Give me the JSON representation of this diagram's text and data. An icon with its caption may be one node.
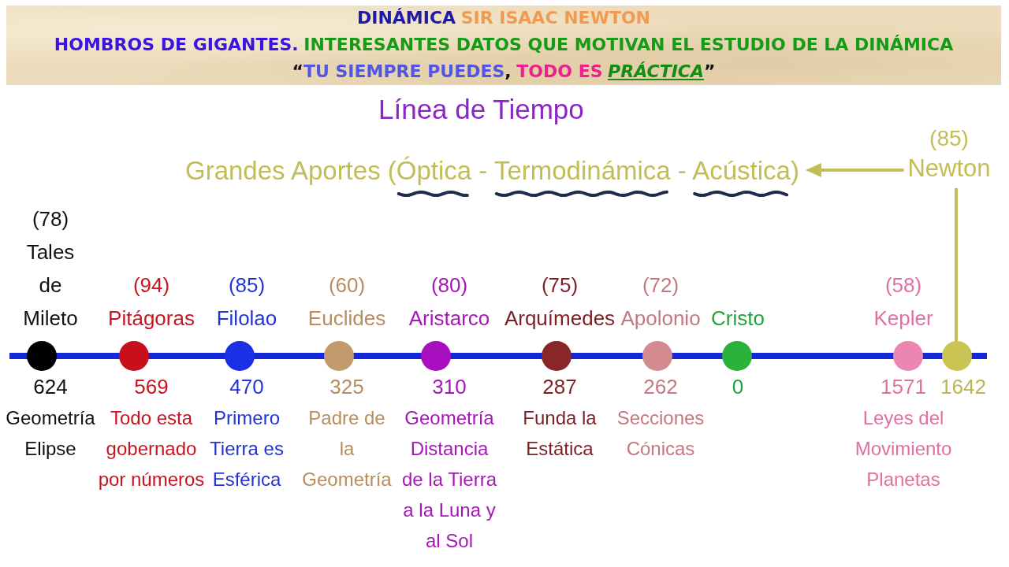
{
  "diagram": {
    "title": "Línea de Tiempo",
    "nodes": [
      {
        "text": [
          "Grandes Aportes (Óptica - Termodinámica - Acústica)"
        ]
      },
      {
        "text": [
          "(85)",
          "Newton"
        ]
      },
      {
        "text": [
          "(78)",
          "Tales de Mileto",
          "624",
          "Geometría Elipse"
        ]
      },
      {
        "text": [
          "(94)",
          "Pitágoras",
          "569",
          "Todo esta gobernado por números"
        ]
      },
      {
        "text": [
          "(85)",
          "Filolao",
          "470",
          "Primero Tierra es Esférica"
        ]
      },
      {
        "text": [
          "(60)",
          "Euclides",
          "325",
          "Padre de la Geometría"
        ]
      },
      {
        "text": [
          "(80)",
          "Aristarco",
          "310",
          "Geometría",
          "Distancia de la Tierra a la Luna y al Sol"
        ]
      },
      {
        "text": [
          "(75)",
          "Arquímedes",
          "287",
          "Funda la Estática"
        ]
      },
      {
        "text": [
          "(72)",
          "Apolonio",
          "262",
          "Secciones Cónicas"
        ]
      },
      {
        "text": [
          "Cristo",
          "0"
        ]
      },
      {
        "text": [
          "(58)",
          "Kepler",
          "1571",
          "Leyes del Movimiento Planetas"
        ]
      },
      {
        "text": [
          "1642"
        ]
      }
    ],
    "edges": [
      {
        "from": 1,
        "to": 0,
        "arrow": "to"
      },
      {
        "from": 1,
        "to": 11,
        "arrow": "none"
      }
    ],
    "labels": [
      "DINÁMICA",
      "SIR ISAAC NEWTON",
      "HOMBROS DE GIGANTES.",
      "INTERESANTES DATOS QUE MOTIVAN EL ESTUDIO DE LA DINÁMICA",
      "“",
      "TU SIEMPRE PUEDES",
      ",",
      "TODO ES",
      "PRÁCTICA",
      "”"
    ]
  }
}
